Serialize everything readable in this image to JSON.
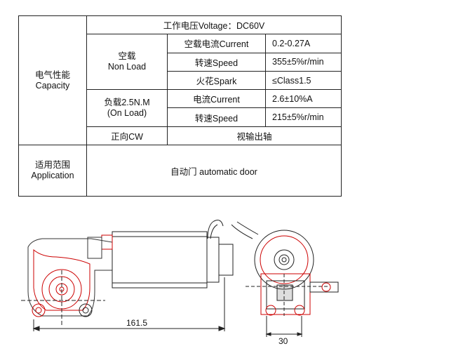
{
  "spec": {
    "voltage_row": "工作电压Voltage：DC60V",
    "group_label_cn": "电气性能",
    "group_label_en": "Capacity",
    "no_load_cn": "空载",
    "no_load_en": "Non Load",
    "no_load_current_label": "空载电流Current",
    "no_load_current_value": "0.2-0.27A",
    "no_load_speed_label": "转速Speed",
    "no_load_speed_value": "355±5%r/min",
    "spark_label": "火花Spark",
    "spark_value": "≤Class1.5",
    "load_cn": "负载2.5N.M",
    "load_en": "(On Load)",
    "load_current_label": "电流Current",
    "load_current_value": "2.6±10%A",
    "load_speed_label": "转速Speed",
    "load_speed_value": "215±5%r/min",
    "direction_label": "正向CW",
    "direction_value": "视输出轴",
    "application_cn": "适用范围",
    "application_en": "Application",
    "application_value": "自动门 automatic door"
  },
  "drawing": {
    "length_dim": "161.5",
    "width_dim": "30"
  }
}
